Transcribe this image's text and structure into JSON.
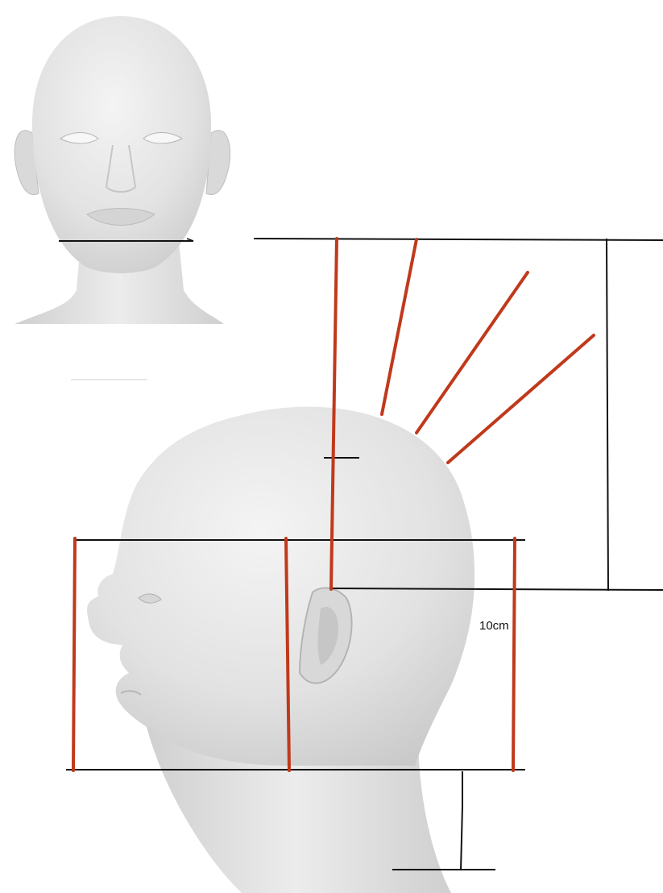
{
  "diagram": {
    "annotations": {
      "neck_measurement": "10cm"
    },
    "colors": {
      "guide_line": "#111111",
      "section_line": "#c0391b",
      "head_fill": "#e4e4e4",
      "head_shadow": "#bdbdbd",
      "background": "#ffffff"
    },
    "figures": [
      {
        "name": "front-view-head"
      },
      {
        "name": "side-view-head"
      }
    ]
  }
}
